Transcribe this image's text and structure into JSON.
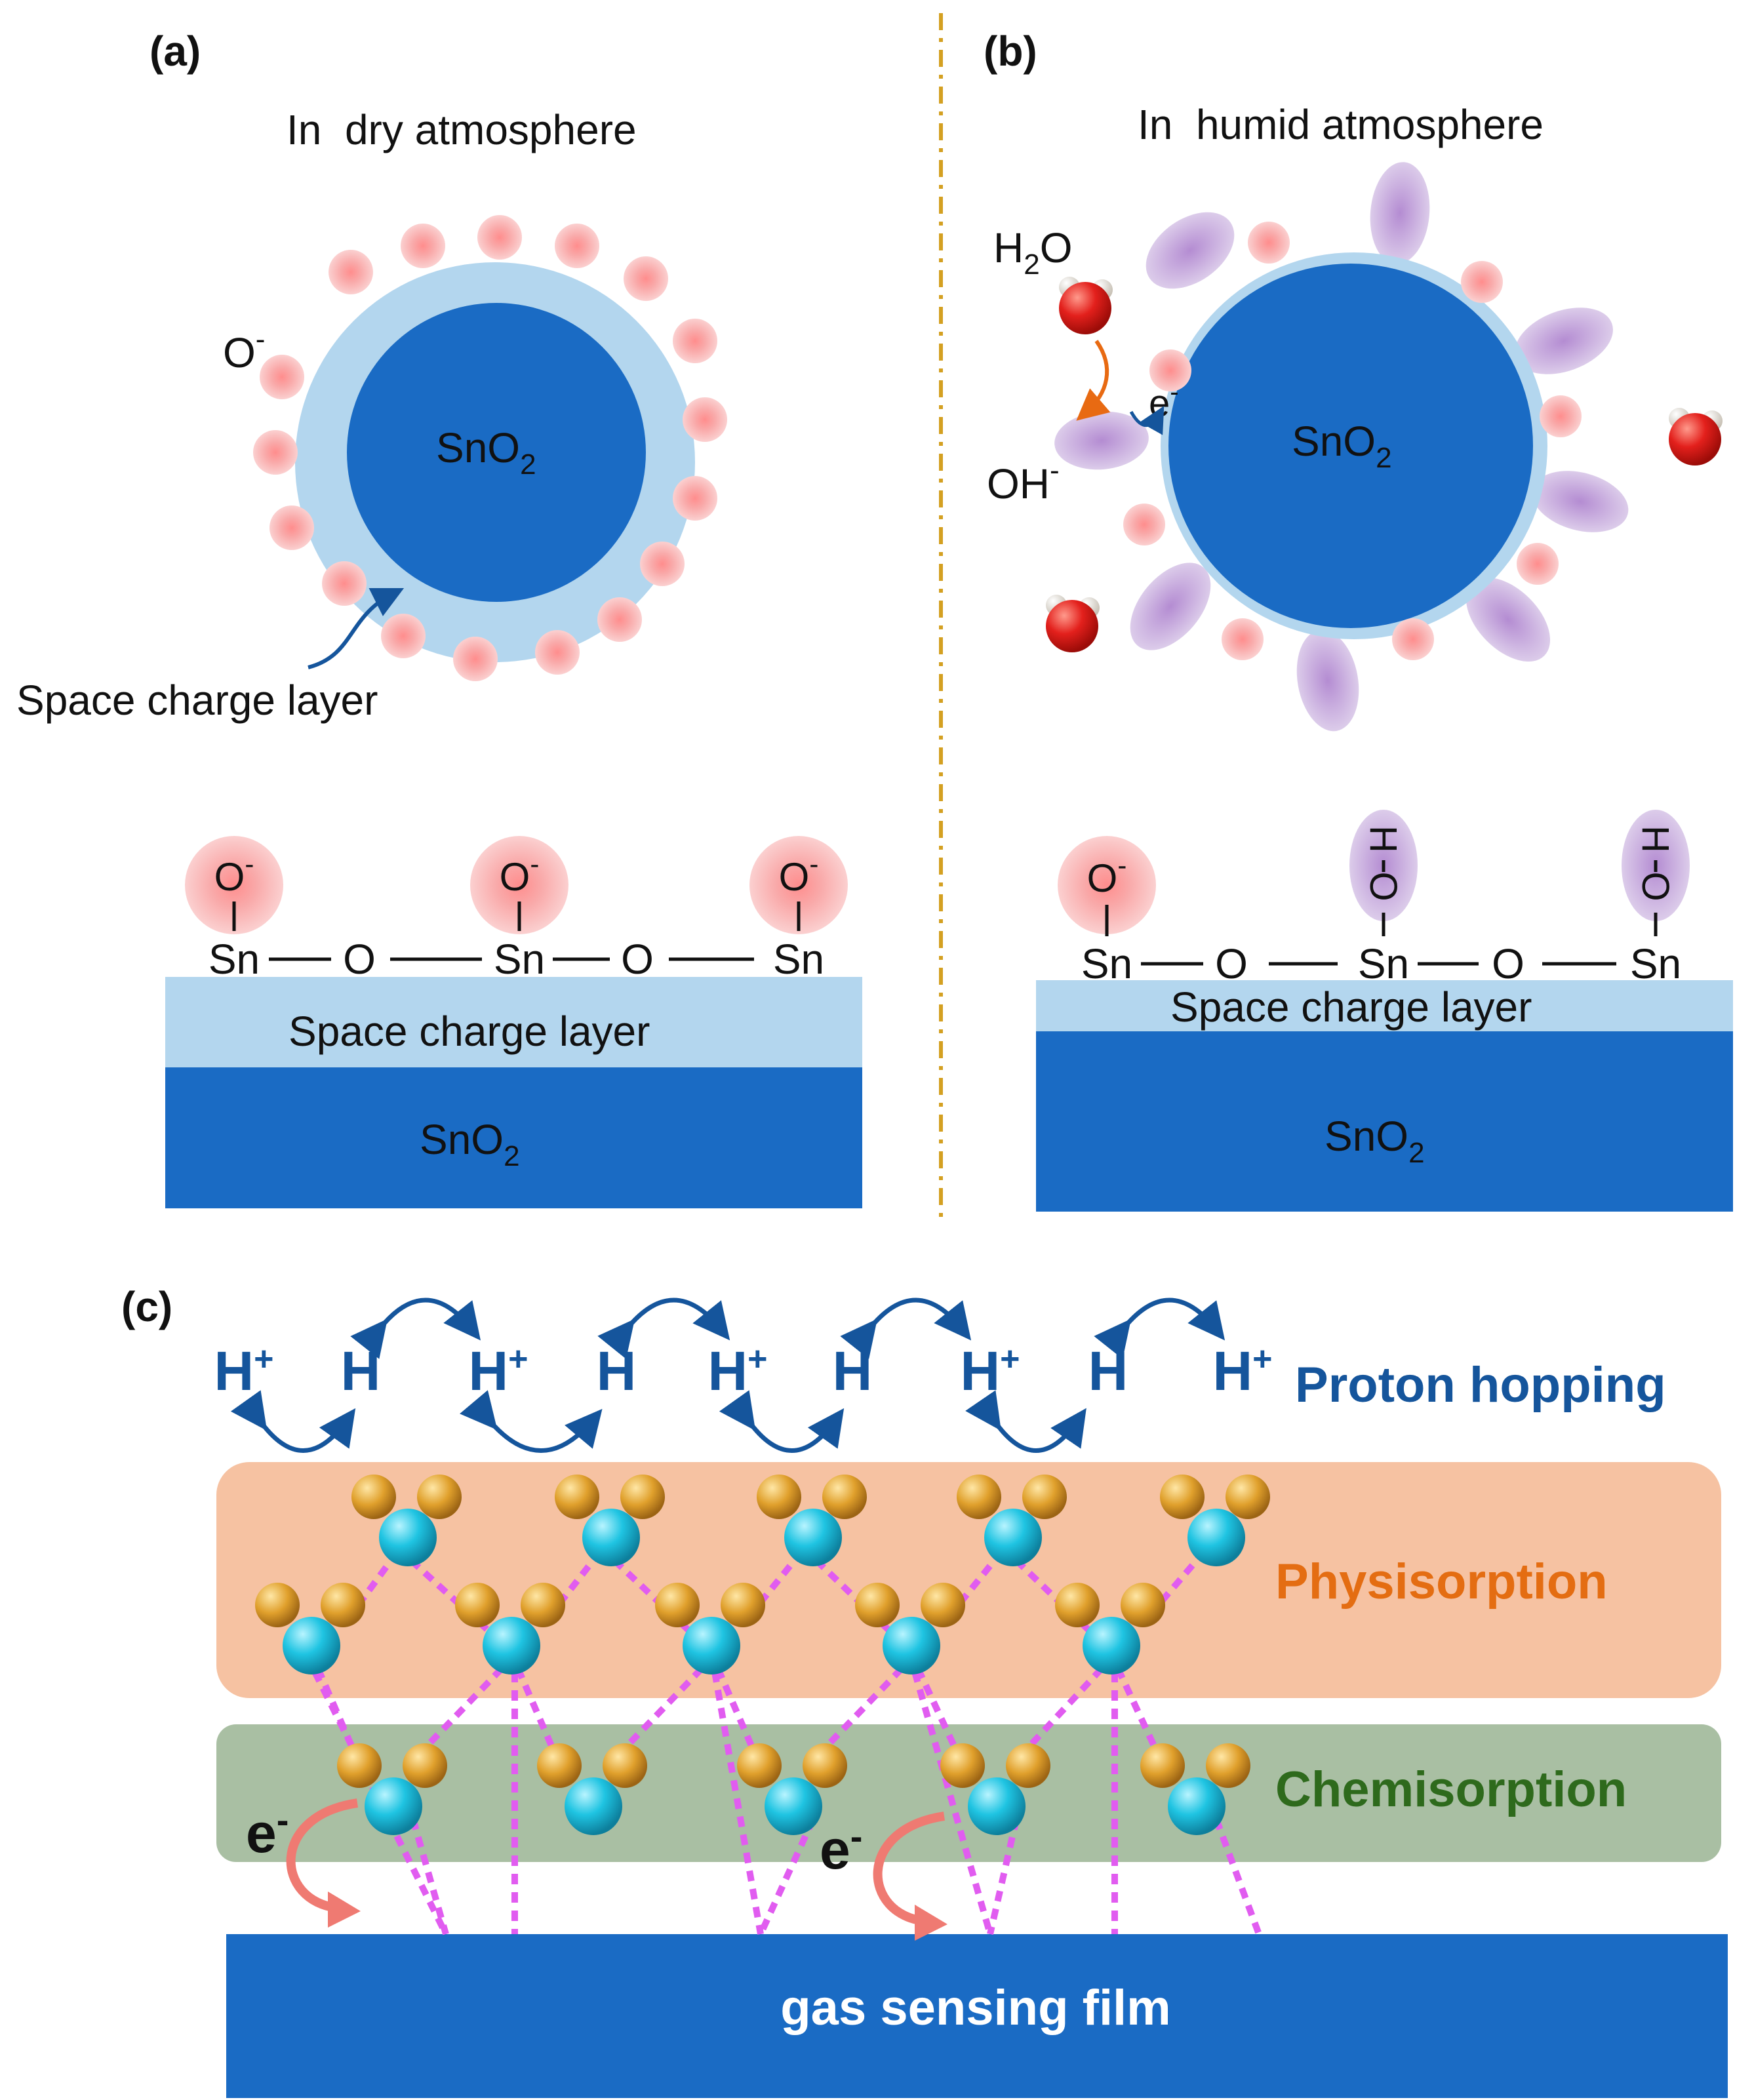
{
  "panel_a": {
    "label": "(a)",
    "title": "In  dry atmosphere",
    "ion_label": "O",
    "ion_charge": "-",
    "core_label": "SnO",
    "core_sub": "2",
    "pointer_label": "Space charge layer",
    "chain": {
      "sn": "Sn",
      "o": "O",
      "ion": "O",
      "ion_charge": "-"
    },
    "slab_top_label": "Space charge layer",
    "slab_bottom_label": "SnO",
    "slab_bottom_sub": "2"
  },
  "panel_b": {
    "label": "(b)",
    "title": "In  humid atmosphere",
    "water_label": "H",
    "water_sub": "2",
    "water_tail": "O",
    "hydroxyl_label": "OH",
    "hydroxyl_charge": "-",
    "electron_label": "e",
    "electron_charge": "-",
    "core_label": "SnO",
    "core_sub": "2",
    "chain": {
      "sn": "Sn",
      "o": "O",
      "ion": "O",
      "ion_charge": "-",
      "oh_o": "O",
      "oh_h": "H"
    },
    "slab_top_label": "Space charge layer",
    "slab_bottom_label": "SnO",
    "slab_bottom_sub": "2"
  },
  "panel_c": {
    "label": "(c)",
    "hopping": [
      "H+",
      "H",
      "H+",
      "H",
      "H+",
      "H",
      "H+",
      "H",
      "H+"
    ],
    "proton_label": "Proton hopping",
    "physisorption_label": "Physisorption",
    "chemisorption_label": "Chemisorption",
    "electron_label": "e",
    "electron_charge": "-",
    "film_label": "gas sensing film"
  },
  "colors": {
    "core_blue": "#1a6bc4",
    "shell_blue": "#b3d6ee",
    "ion_pink": "#f3a2a2",
    "hydroxyl_purple": "#c3a6d6",
    "divider_gold": "#d4a021",
    "proton_text": "#15559c",
    "physisorption_bg": "#f6c2a2",
    "physisorption_text": "#e46d12",
    "chemisorption_bg": "#a9bfa3",
    "chemisorption_text": "#2e6a1c",
    "film_blue": "#1a6bc4",
    "hydrogen_orange": "#e3a02c",
    "oxygen_cyan": "#19c3e0",
    "hbond_magenta": "#e15cf0",
    "electron_arrow": "#ef7a72",
    "water_red": "#e3201c"
  }
}
